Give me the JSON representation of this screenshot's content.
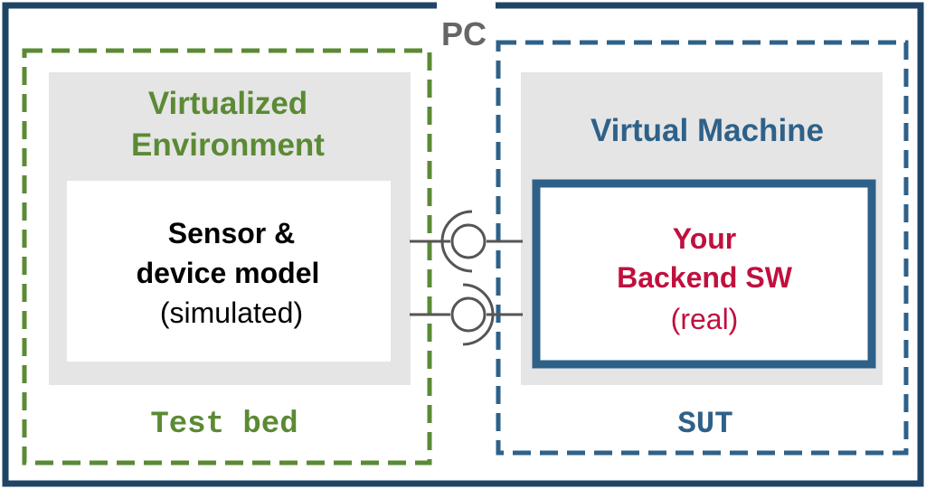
{
  "pc": {
    "label": "PC"
  },
  "testbed": {
    "title_line1": "Virtualized",
    "title_line2": "Environment",
    "model_line1": "Sensor &",
    "model_line2": "device model",
    "model_line3": "(simulated)",
    "footer": "Test bed"
  },
  "sut": {
    "title": "Virtual Machine",
    "backend_line1": "Your",
    "backend_line2": "Backend SW",
    "backend_line3": "(real)",
    "footer": "SUT"
  },
  "colors": {
    "pc_border": "#1f4466",
    "testbed_green": "#5b8a34",
    "sut_blue": "#2e6189",
    "backend_red": "#c0103e",
    "panel_gray": "#e5e5e5",
    "connector_gray": "#555555",
    "pc_label_gray": "#666666"
  }
}
